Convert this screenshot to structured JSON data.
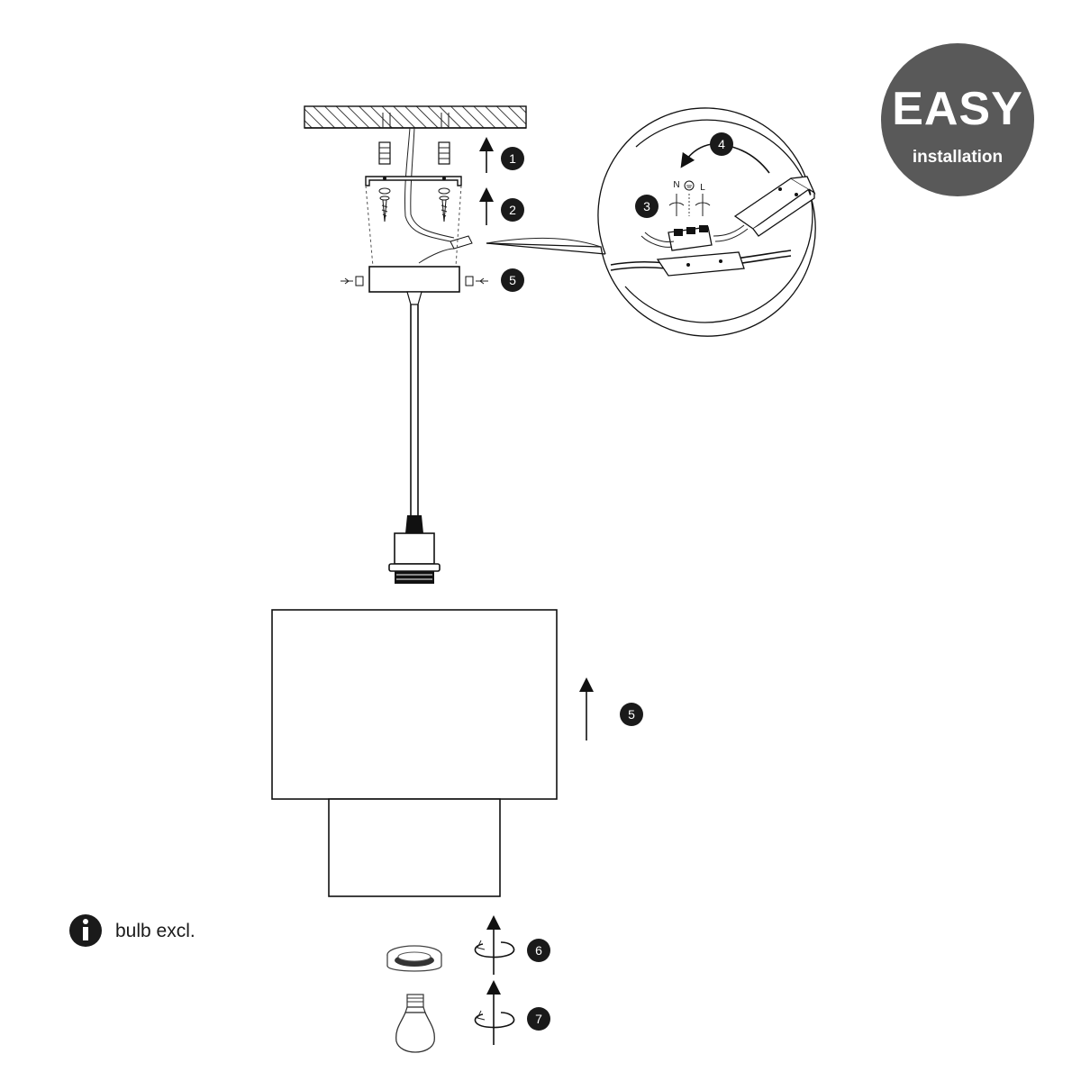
{
  "badge": {
    "title": "EASY",
    "subtitle": "installation",
    "color": "#595959"
  },
  "steps": {
    "s1": "1",
    "s2": "2",
    "s3": "3",
    "s4": "4",
    "s5_mount": "5",
    "s5_shade": "5",
    "s6": "6",
    "s7": "7"
  },
  "wiring_labels": {
    "neutral": "N",
    "live": "L"
  },
  "note": {
    "icon": "info-icon",
    "text": "bulb excl."
  }
}
